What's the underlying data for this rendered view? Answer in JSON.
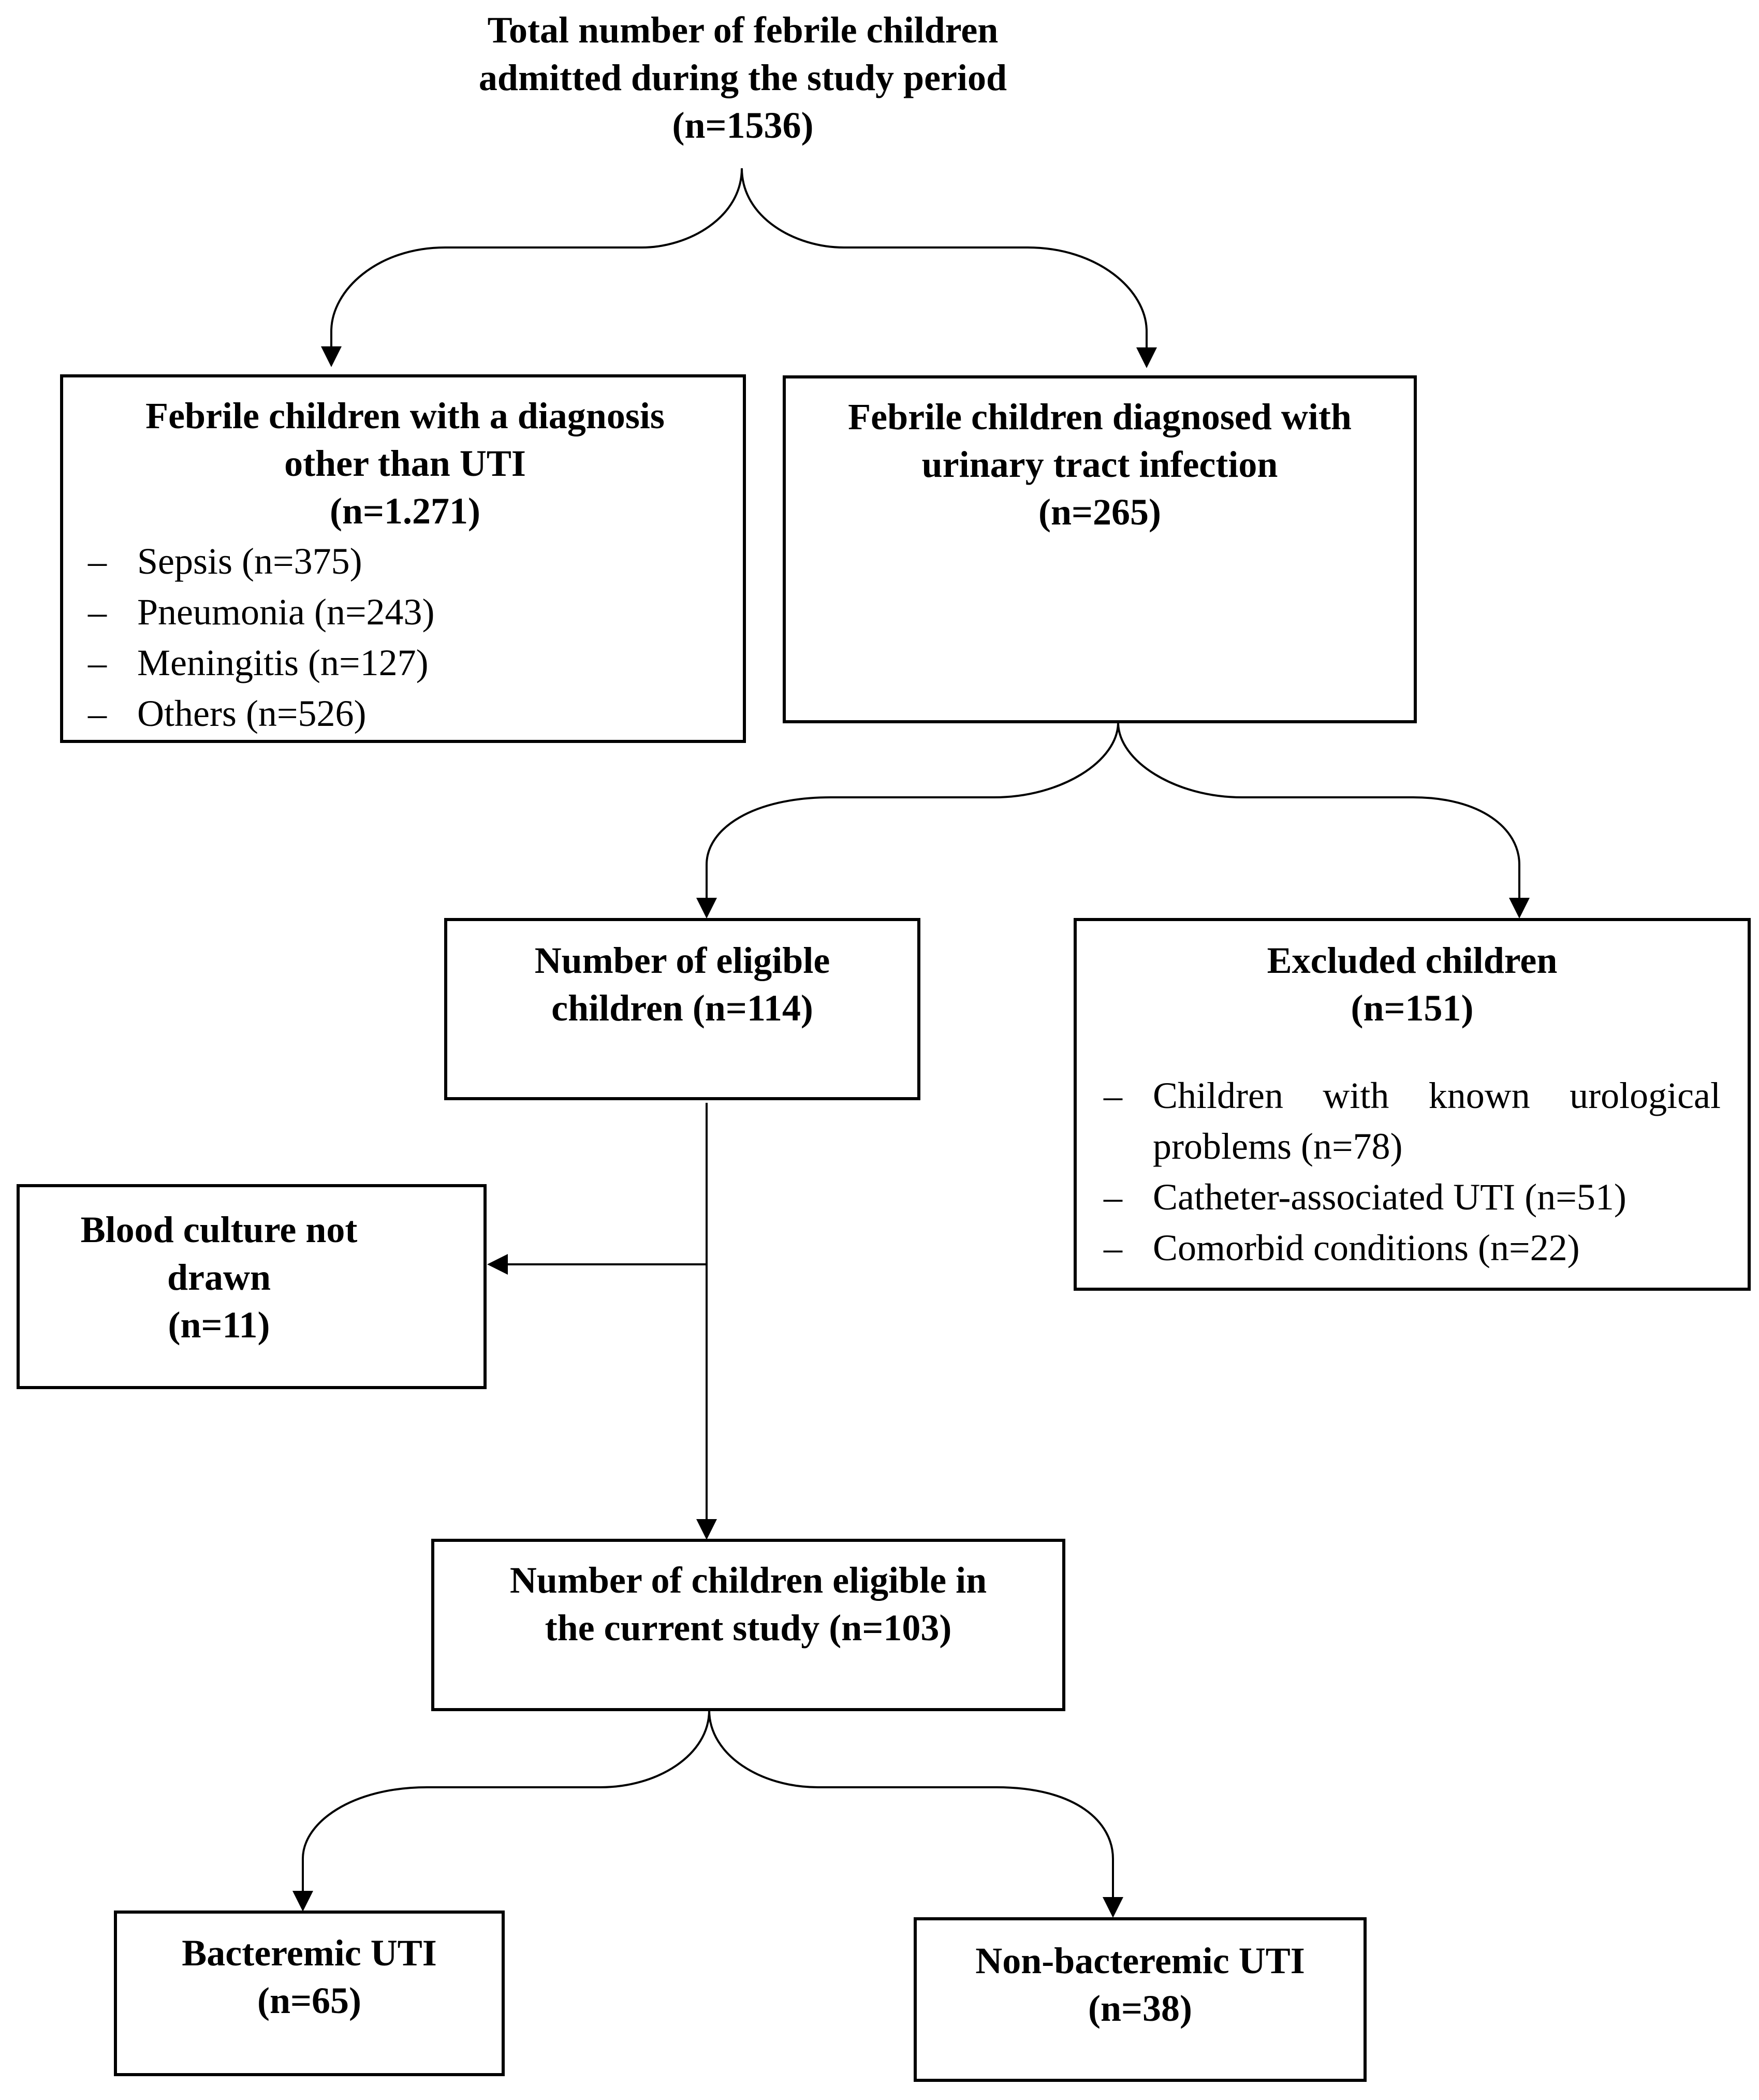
{
  "total": {
    "line1": "Total number of febrile children",
    "line2": "admitted during the study period",
    "count": "(n=1536)"
  },
  "other_diagnosis": {
    "line1": "Febrile children with a diagnosis",
    "line2": "other than UTI",
    "count": "(n=1.271)",
    "items": [
      "Sepsis (n=375)",
      "Pneumonia (n=243)",
      "Meningitis (n=127)",
      "Others (n=526)"
    ]
  },
  "uti": {
    "line1": "Febrile children diagnosed with",
    "line2": "urinary tract infection",
    "count": "(n=265)"
  },
  "eligible": {
    "line1": "Number of eligible",
    "line2": "children (n=114)"
  },
  "excluded": {
    "line1": "Excluded children",
    "count": "(n=151)",
    "items": [
      "Children with known urological problems (n=78)",
      "Catheter-associated UTI (n=51)",
      "Comorbid conditions (n=22)"
    ]
  },
  "no_blood_culture": {
    "line1": "Blood culture not",
    "line2": "drawn",
    "count": "(n=11)"
  },
  "current_study": {
    "line1": "Number of children eligible in",
    "line2": "the current study (n=103)"
  },
  "bacteremic": {
    "line1": "Bacteremic UTI",
    "count": "(n=65)"
  },
  "non_bacteremic": {
    "line1": "Non-bacteremic UTI",
    "count": "(n=38)"
  }
}
